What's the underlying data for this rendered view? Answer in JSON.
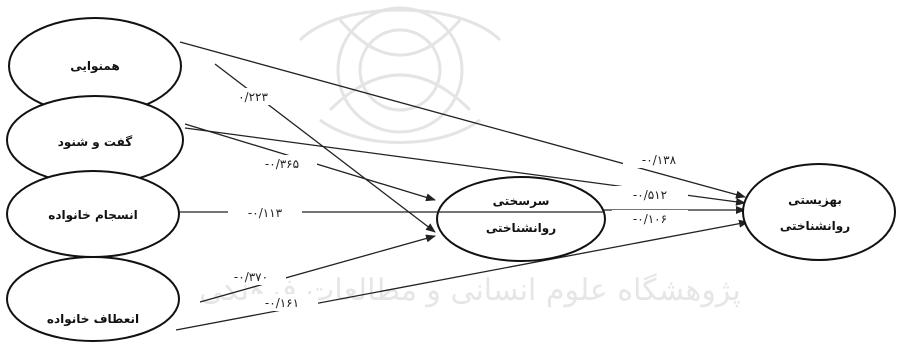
{
  "watermark": {
    "text": "پژوهشگاه علوم انسانی و مطالعات فرهنگی"
  },
  "nodes": {
    "hamnavaei": "همنوایی",
    "goftoshonud": "گفت و شنود",
    "ensejam": "انسجام خانواده",
    "enetaf": "انعطاف خانواده",
    "saresakhti_line1": "سرسختی",
    "saresakhti_line2": "روانشناختی",
    "behzisti_line1": "بهزیستی",
    "behzisti_line2": "روانشناختی"
  },
  "coefficients": {
    "hamnavaei_to_saresakhti": "۰/۲۲۳",
    "goftoshonud_to_saresakhti": "-۰/۳۶۵",
    "ensejam_to_saresakhti": "-۰/۱۱۳",
    "enetaf_to_saresakhti": "-۰/۳۷۰",
    "hamnavaei_to_behzisti": "-۰/۱۳۸",
    "goftoshonud_to_behzisti": "-۰/۵۱۲",
    "ensejam_to_behzisti": "-۰/۱۰۶",
    "enetaf_to_behzisti": "-۰/۱۶۱"
  }
}
